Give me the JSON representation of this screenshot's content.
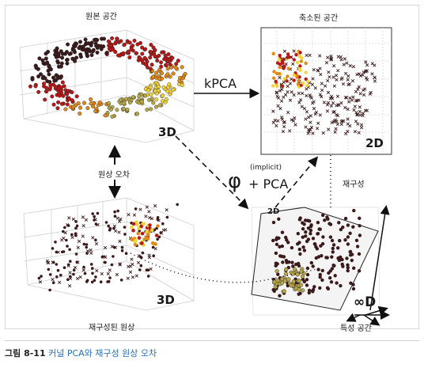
{
  "panels": {
    "original": {
      "title": "원본 공간",
      "dim": "3D"
    },
    "reduced": {
      "title": "축소된 공간",
      "dim": "2D"
    },
    "reconstructed": {
      "title": "재구성된 원상",
      "dim": "3D"
    },
    "feature": {
      "title": "특성 공간",
      "dim": "2D",
      "infinite": "∞D"
    }
  },
  "arrows": {
    "kpca": "kPCA",
    "phi": "φ",
    "implicit": "(implicit)",
    "plus_pca": "+ PCA",
    "preimage_error": "원상 오차",
    "reconstruction": "재구성"
  },
  "caption": {
    "label": "그림 8-11",
    "text": "커널 PCA와 재구성 원상 오차"
  },
  "colors": {
    "dark": "#3a1a1a",
    "red": "#b81818",
    "orange": "#e08a1a",
    "yellow": "#f2d43a",
    "olive": "#b8a84a"
  }
}
